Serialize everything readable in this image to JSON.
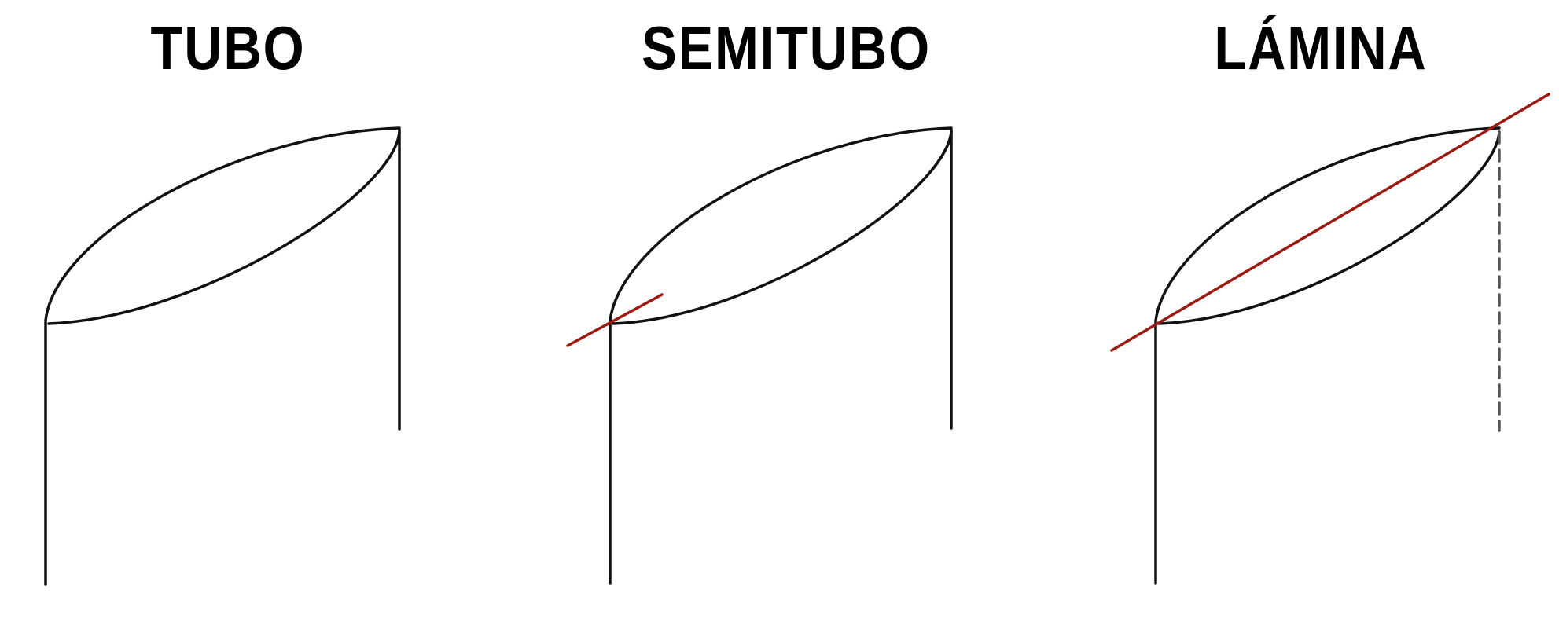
{
  "panels": [
    {
      "title": "TUBO"
    },
    {
      "title": "SEMITUBO"
    },
    {
      "title": "LÁMINA"
    }
  ],
  "colors": {
    "outline": "#111111",
    "cut_line": "#9b1a12",
    "dashed_guide": "#555555",
    "background": "#ffffff"
  }
}
